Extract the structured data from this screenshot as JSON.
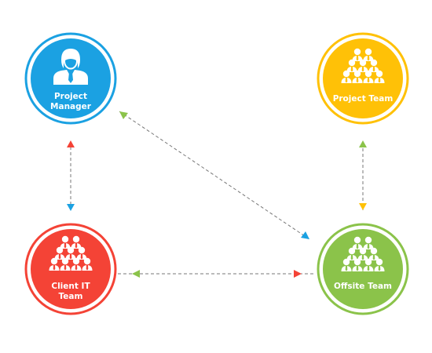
{
  "nodes": {
    "project_manager": {
      "label_line1": "Project",
      "label_line2": "Manager",
      "color": "#1ba1e2",
      "icon": "person-icon"
    },
    "project_team": {
      "label_line1": "Project Team",
      "color": "#ffc107",
      "icon": "team-icon"
    },
    "client_it_team": {
      "label_line1": "Client IT",
      "label_line2": "Team",
      "color": "#f44336",
      "icon": "team-icon"
    },
    "offsite_team": {
      "label_line1": "Offsite Team",
      "color": "#8bc34a",
      "icon": "team-icon"
    }
  },
  "connectors": {
    "line_color": "#777777",
    "pm_offsite": {
      "arrow_near_pm": "#8bc34a",
      "arrow_near_offsite": "#1ba1e2"
    },
    "pm_client": {
      "arrow_near_pm": "#f44336",
      "arrow_near_client": "#1ba1e2"
    },
    "team_offsite": {
      "arrow_near_team": "#8bc34a",
      "arrow_near_offsite": "#ffc107"
    },
    "client_offsite": {
      "arrow_near_client": "#8bc34a",
      "arrow_near_offsite": "#f44336"
    }
  }
}
